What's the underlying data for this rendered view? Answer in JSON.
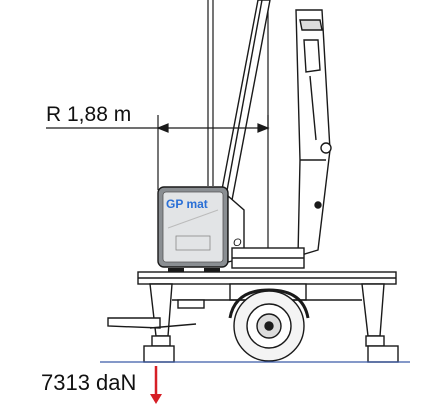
{
  "radius": {
    "label": "R 1,88 m"
  },
  "load": {
    "label": "7313 daN"
  },
  "brand": {
    "text": "GP mat"
  },
  "counterweight": {
    "mark": "O"
  },
  "colors": {
    "line": "#1a1a1a",
    "ground": "#3a5aa8",
    "arrow": "#d61f26",
    "brand": "#2a6fd6",
    "panel": "#e2e4e6",
    "panel_dark": "#8a8e92"
  }
}
